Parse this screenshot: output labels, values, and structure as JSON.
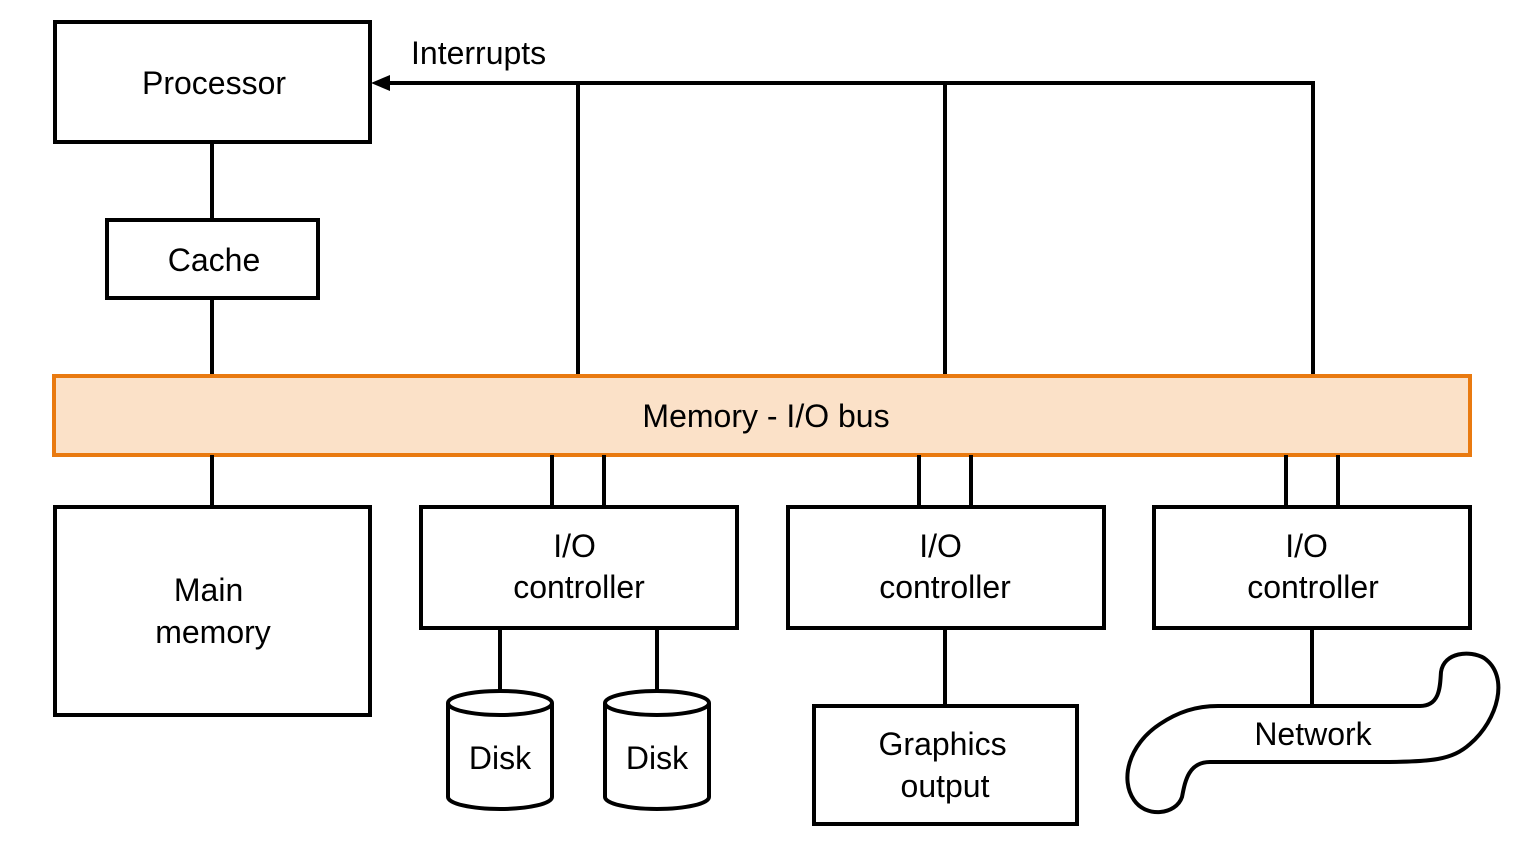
{
  "colors": {
    "bus_fill": "#fbe1c8",
    "bus_stroke": "#e97a10",
    "line": "#000000"
  },
  "labels": {
    "processor": "Processor",
    "cache": "Cache",
    "interrupts": "Interrupts",
    "bus": "Memory - I/O bus",
    "main_memory": [
      "Main",
      "memory"
    ],
    "io_controller": [
      "I/O",
      "controller"
    ],
    "disk": "Disk",
    "graphics_output": [
      "Graphics",
      "output"
    ],
    "network": "Network"
  },
  "icons": {
    "interrupt_arrow": "arrowhead-icon",
    "disk": "disk-cylinder-icon",
    "network": "network-cloud-icon"
  }
}
